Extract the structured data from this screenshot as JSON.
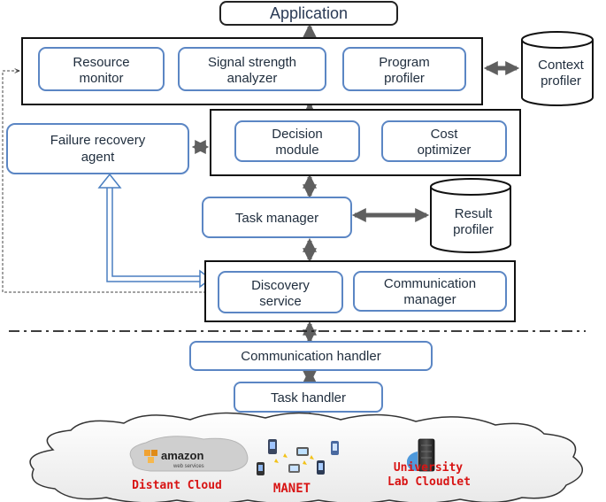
{
  "diagram": {
    "application": "Application",
    "resource_monitor": [
      "Resource",
      "monitor"
    ],
    "signal_analyzer": [
      "Signal strength",
      "analyzer"
    ],
    "program_profiler": [
      "Program",
      "profiler"
    ],
    "context_profiler": [
      "Context",
      "profiler"
    ],
    "failure_recovery": [
      "Failure recovery",
      "agent"
    ],
    "decision_module": [
      "Decision",
      "module"
    ],
    "cost_optimizer": [
      "Cost",
      "optimizer"
    ],
    "task_manager": "Task manager",
    "result_profiler": [
      "Result",
      "profiler"
    ],
    "discovery_service": [
      "Discovery",
      "service"
    ],
    "comm_manager": [
      "Communication",
      "manager"
    ],
    "comm_handler": "Communication handler",
    "task_handler": "Task handler",
    "cloud": {
      "amazon_logo": "amazon",
      "amazon_sub": "web services",
      "distant_cloud": "Distant Cloud",
      "manet": "MANET",
      "university": "University",
      "lab_cloudlet": "Lab Cloudlet"
    }
  },
  "colors": {
    "box_border": "#5b86c4",
    "outer_border": "#111111",
    "arrow": "#5f5f5f",
    "hollow_arrow": "#4a7fc0",
    "red_text": "#d81414",
    "amazon_orange": "#f0a232"
  }
}
